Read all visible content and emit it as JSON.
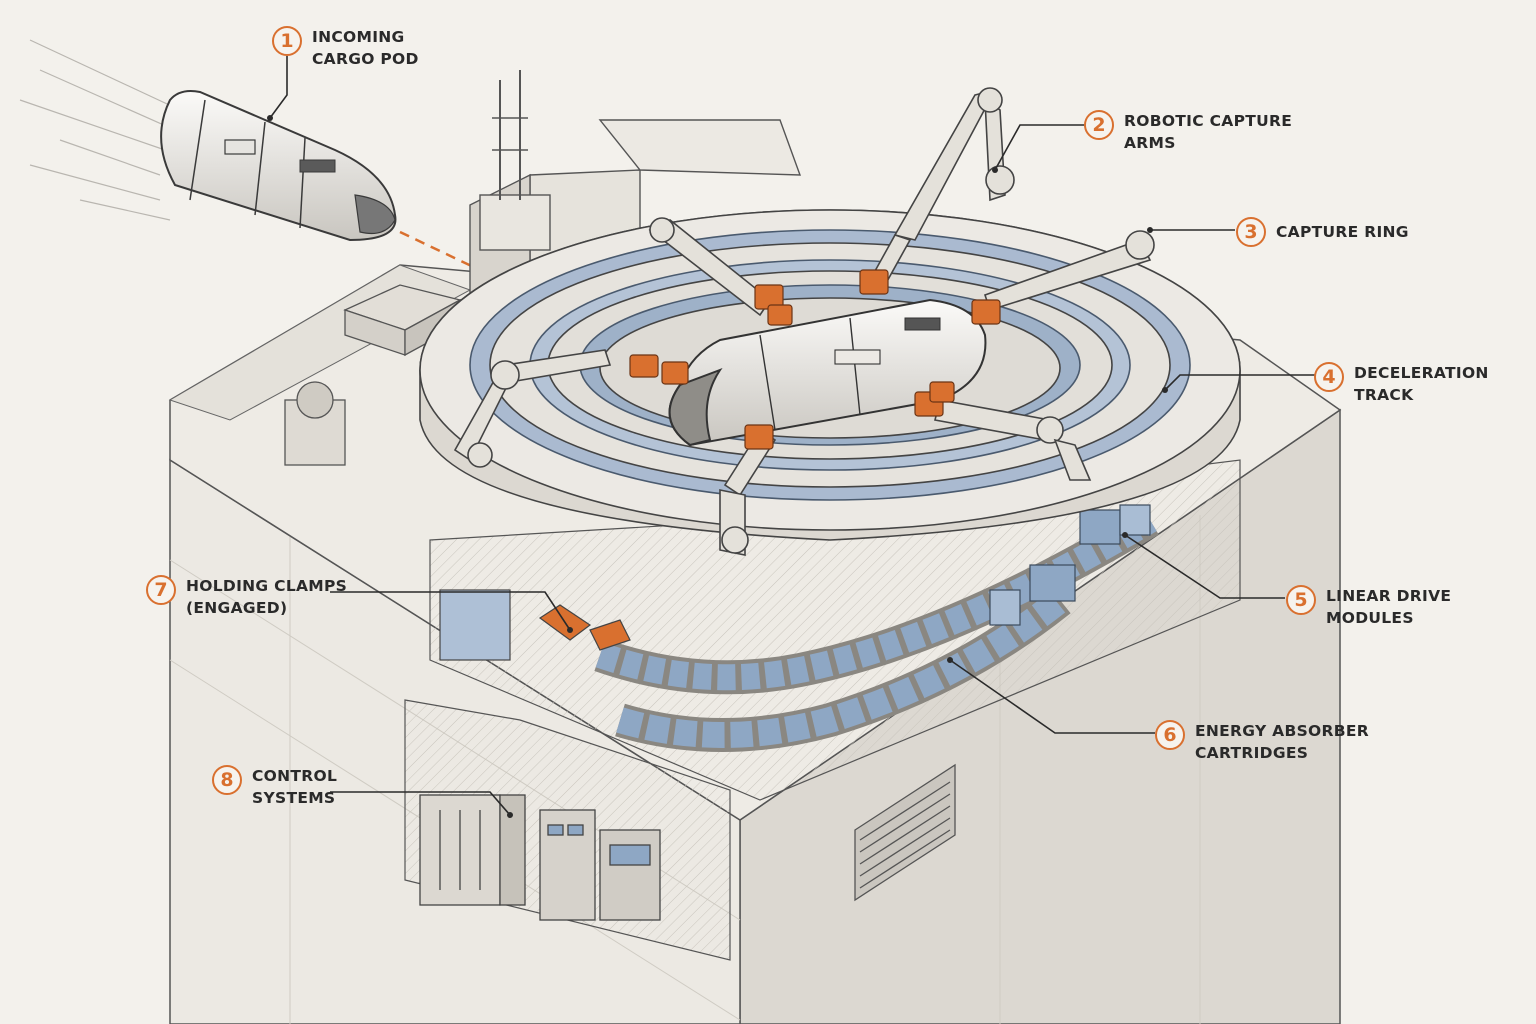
{
  "diagram": {
    "accent_color": "#d9702f",
    "metal_blue": "#8ea7c4",
    "callouts": [
      {
        "number": "1",
        "lines": [
          "INCOMING",
          "CARGO POD"
        ]
      },
      {
        "number": "2",
        "lines": [
          "ROBOTIC CAPTURE",
          "ARMS"
        ]
      },
      {
        "number": "3",
        "lines": [
          "CAPTURE RING"
        ]
      },
      {
        "number": "4",
        "lines": [
          "DECELERATION",
          "TRACK"
        ]
      },
      {
        "number": "5",
        "lines": [
          "LINEAR DRIVE",
          "MODULES"
        ]
      },
      {
        "number": "6",
        "lines": [
          "ENERGY ABSORBER",
          "CARTRIDGES"
        ]
      },
      {
        "number": "7",
        "lines": [
          "HOLDING CLAMPS",
          "(ENGAGED)"
        ]
      },
      {
        "number": "8",
        "lines": [
          "CONTROL",
          "SYSTEMS"
        ]
      }
    ]
  }
}
